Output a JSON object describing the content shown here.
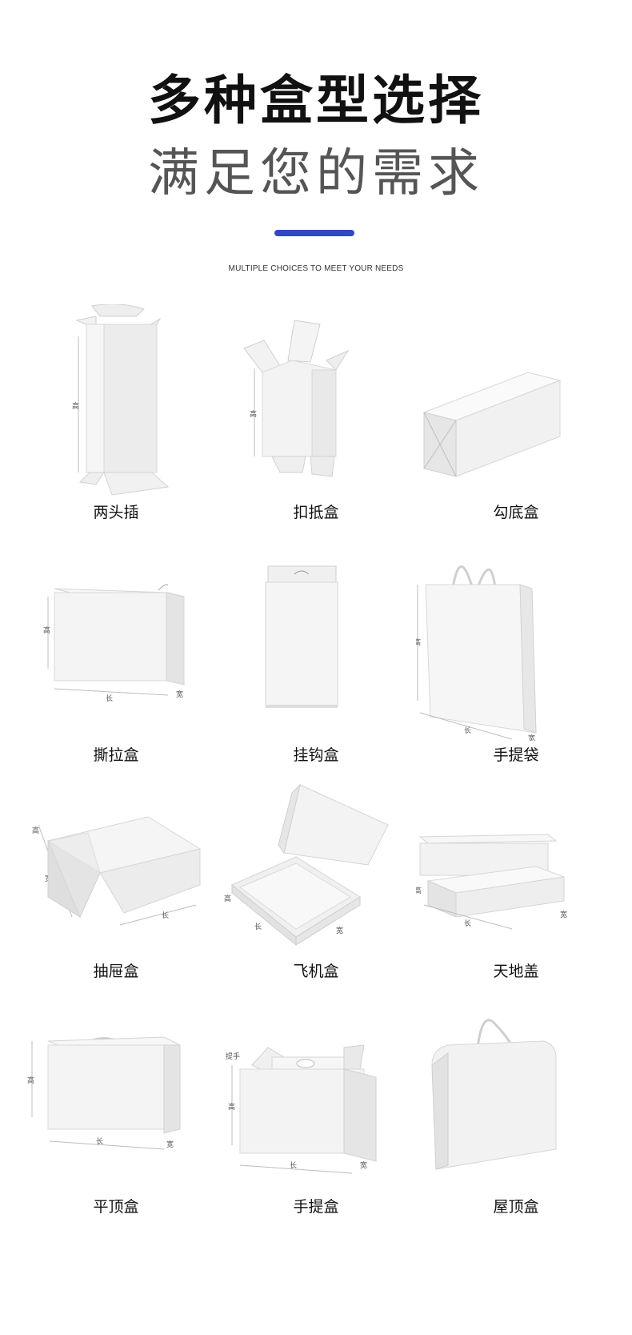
{
  "header": {
    "title": "多种盒型选择",
    "subtitle": "满足您的需求",
    "tagline": "MULTIPLE CHOICES TO MEET YOUR NEEDS",
    "accent_color": "#2f49c6"
  },
  "dimension_labels": {
    "height": "高",
    "length": "长",
    "width": "宽",
    "handle": "提手"
  },
  "boxes": [
    {
      "name": "两头插",
      "icon": "double-tuck-box-icon"
    },
    {
      "name": "扣抵盒",
      "icon": "snap-lock-box-icon"
    },
    {
      "name": "勾底盒",
      "icon": "hook-bottom-box-icon"
    },
    {
      "name": "撕拉盒",
      "icon": "tear-strip-box-icon"
    },
    {
      "name": "挂钩盒",
      "icon": "hanging-hook-box-icon"
    },
    {
      "name": "手提袋",
      "icon": "paper-bag-icon"
    },
    {
      "name": "抽屉盒",
      "icon": "drawer-box-icon"
    },
    {
      "name": "飞机盒",
      "icon": "mailer-box-icon"
    },
    {
      "name": "天地盖",
      "icon": "lid-base-box-icon"
    },
    {
      "name": "平顶盒",
      "icon": "flat-top-box-icon"
    },
    {
      "name": "手提盒",
      "icon": "handle-box-icon"
    },
    {
      "name": "屋顶盒",
      "icon": "roof-box-icon"
    }
  ]
}
